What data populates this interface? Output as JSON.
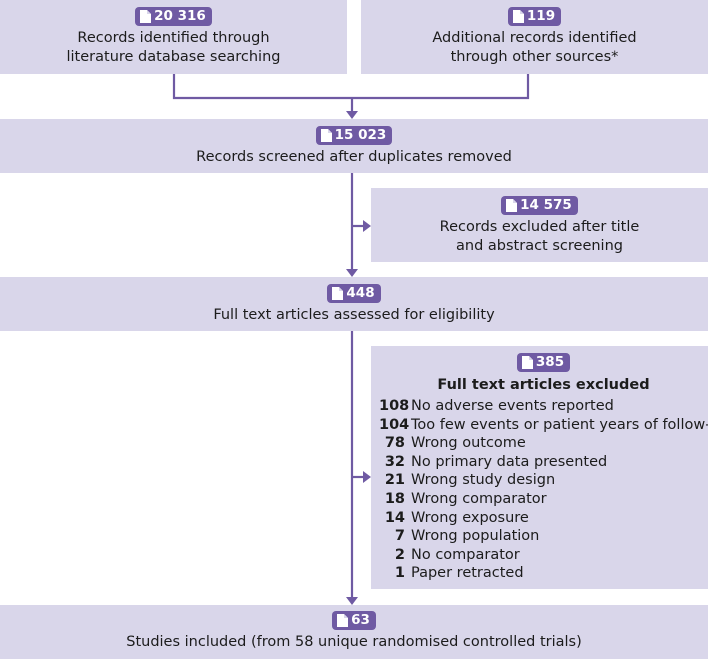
{
  "colors": {
    "box": "#d9d6ea",
    "accent": "#6f5aa3",
    "text": "#1c1c1c"
  },
  "icon": "document-icon",
  "boxes": {
    "identified_db": {
      "count": "20 316",
      "lines": [
        "Records identified through",
        "literature database searching"
      ]
    },
    "identified_other": {
      "count": "119",
      "lines": [
        "Additional records identified",
        "through other sources*"
      ]
    },
    "screened": {
      "count": "15 023",
      "lines": [
        "Records screened after duplicates removed"
      ]
    },
    "excluded_title": {
      "count": "14 575",
      "lines": [
        "Records excluded after title",
        "and abstract screening"
      ]
    },
    "assessed": {
      "count": "448",
      "lines": [
        "Full text articles assessed for eligibility"
      ]
    },
    "excluded_fulltext": {
      "count": "385",
      "heading": "Full text articles excluded",
      "reasons": [
        {
          "n": "108",
          "text": "No adverse events reported"
        },
        {
          "n": "104",
          "text": "Too few events or patient years of follow-up"
        },
        {
          "n": "78",
          "text": "Wrong outcome"
        },
        {
          "n": "32",
          "text": "No primary data presented"
        },
        {
          "n": "21",
          "text": "Wrong study design"
        },
        {
          "n": "18",
          "text": "Wrong comparator"
        },
        {
          "n": "14",
          "text": "Wrong exposure"
        },
        {
          "n": "7",
          "text": "Wrong population"
        },
        {
          "n": "2",
          "text": "No comparator"
        },
        {
          "n": "1",
          "text": "Paper retracted"
        }
      ]
    },
    "included": {
      "count": "63",
      "lines": [
        "Studies included (from 58 unique randomised controlled trials)"
      ]
    }
  }
}
